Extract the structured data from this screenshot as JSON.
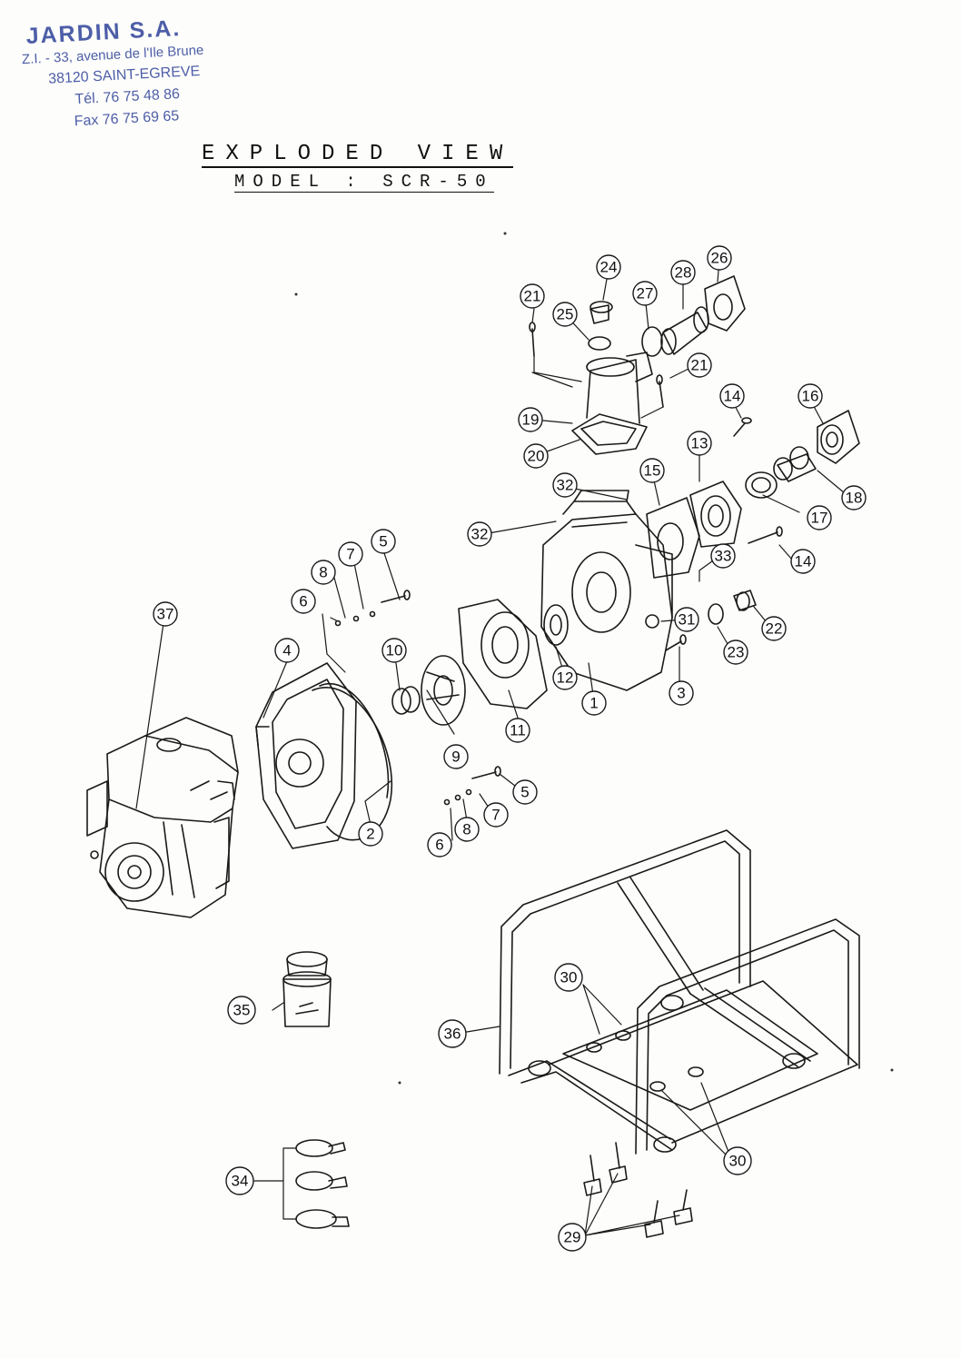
{
  "stamp": {
    "company": "JARDIN S.A.",
    "address": "Z.I. - 33, avenue de l'Ile Brune",
    "city": "38120 SAINT-EGREVE",
    "tel": "Tél. 76 75 48 86",
    "fax": "Fax 76 75 69 65",
    "color": "#4d5ea8"
  },
  "heading": {
    "title": "EXPLODED VIEW",
    "model": "MODEL : SCR-50"
  },
  "callouts": {
    "c1": "1",
    "c2": "2",
    "c3": "3",
    "c4": "4",
    "c5a": "5",
    "c5b": "5",
    "c6a": "6",
    "c6b": "6",
    "c7a": "7",
    "c7b": "7",
    "c8a": "8",
    "c8b": "8",
    "c9": "9",
    "c10": "10",
    "c11": "11",
    "c12": "12",
    "c13": "13",
    "c14a": "14",
    "c14b": "14",
    "c15": "15",
    "c16": "16",
    "c17": "17",
    "c18": "18",
    "c19": "19",
    "c20": "20",
    "c21a": "21",
    "c21b": "21",
    "c22": "22",
    "c23": "23",
    "c24": "24",
    "c25": "25",
    "c26": "26",
    "c27": "27",
    "c28": "28",
    "c29": "29",
    "c30a": "30",
    "c30b": "30",
    "c31": "31",
    "c32a": "32",
    "c32b": "32",
    "c33": "33",
    "c34": "34",
    "c35": "35",
    "c36": "36",
    "c37": "37"
  }
}
